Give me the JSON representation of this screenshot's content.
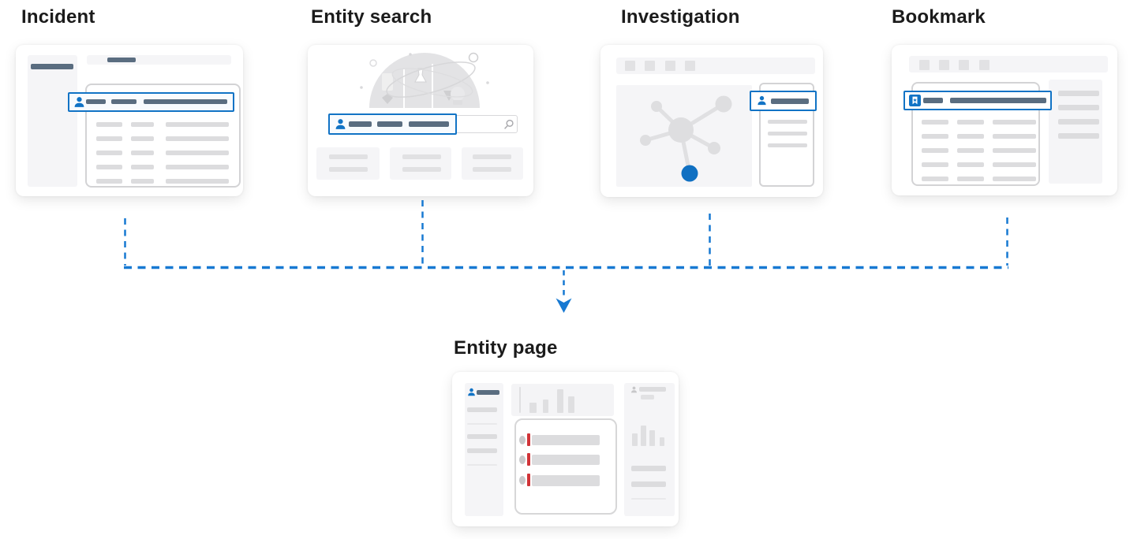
{
  "headings": {
    "incident": "Incident",
    "entity_search": "Entity search",
    "investigation": "Investigation",
    "bookmark": "Bookmark",
    "entity_page": "Entity page"
  },
  "flow": {
    "sources": [
      "Incident",
      "Entity search",
      "Investigation",
      "Bookmark"
    ],
    "destination": "Entity page"
  },
  "colors": {
    "accent_blue": "#1173c5",
    "connector_blue": "#1779d2",
    "selected_node_blue": "#1070c2",
    "slate_bar": "#5a6d80",
    "placeholder_gray": "#dcdcde",
    "panel_gray": "#f5f5f7",
    "outline_gray": "#d3d3d5",
    "alert_red": "#d13438",
    "heading_text": "#1b1b1b"
  },
  "icons": {
    "person": "person-icon",
    "bookmark": "bookmark-icon",
    "magnifier": "search-magnifier-icon",
    "illustration": "science-lab-illustration"
  }
}
